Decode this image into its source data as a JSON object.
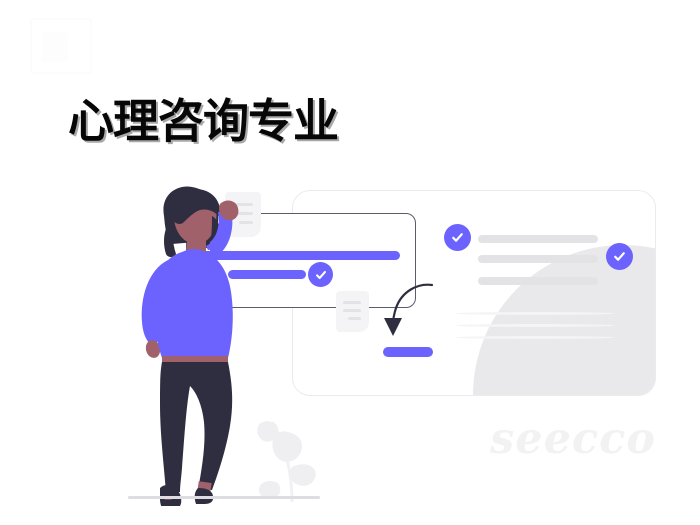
{
  "page": {
    "title": "心理咨询专业",
    "background_color": "#ffffff",
    "accent_color": "#6c63ff",
    "title_color": "#070708",
    "watermark": "seecco",
    "watermark_color": "#f2f2f3"
  },
  "corner_logo": {
    "name": "faint-logo-mark",
    "color": "#fcfcfd"
  },
  "illustration": {
    "name": "woman-reviewing-checklist-illustration",
    "colors": {
      "purple": "#6c63ff",
      "skin": "#a0616a",
      "hair": "#2f2e41",
      "pants": "#2f2e41",
      "shoes": "#2f2e41",
      "top": "#6c63ff",
      "card_outline": "#5b5b70",
      "gray_line": "#e3e3e6",
      "light_gray": "#e9e9ec",
      "doc_fill": "#f4f4f6",
      "ground": "#dedee2"
    },
    "elements": {
      "background_card": "background-card",
      "form_card": "form-card",
      "bar_long": "purple-bar-long",
      "bar_short": "purple-bar-short",
      "bar_button": "purple-bar-button",
      "check_a": "check-circle-form",
      "check_b": "check-circle-left",
      "check_c": "check-circle-right",
      "doc_1": "document-icon-held",
      "doc_2": "document-icon-lower",
      "arrow": "curved-arrow-down",
      "plant": "decorative-plant",
      "ground": "ground-line",
      "gray_lines": [
        "list-line-1",
        "list-line-2",
        "list-line-3"
      ],
      "faint_lines": [
        "faint-curve-1",
        "faint-curve-2",
        "faint-curve-3"
      ]
    }
  }
}
